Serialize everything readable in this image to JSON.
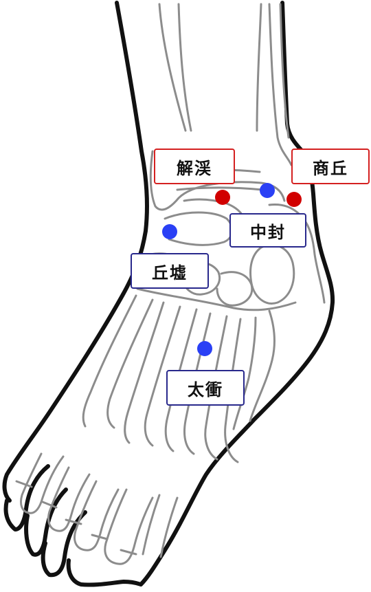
{
  "colors": {
    "outline": "#111111",
    "bone": "#8c8c8c",
    "point_red": "#d10000",
    "point_blue": "#2a40f5",
    "label_red_border": "#d42020",
    "label_blue_border": "#28288c"
  },
  "points": [
    {
      "id": "kaikei",
      "label": "解渓",
      "color_key": "red"
    },
    {
      "id": "shokyu",
      "label": "商丘",
      "color_key": "red"
    },
    {
      "id": "chuho",
      "label": "中封",
      "color_key": "blue"
    },
    {
      "id": "kyukyo",
      "label": "丘墟",
      "color_key": "blue"
    },
    {
      "id": "taisho",
      "label": "太衝",
      "color_key": "blue"
    }
  ]
}
